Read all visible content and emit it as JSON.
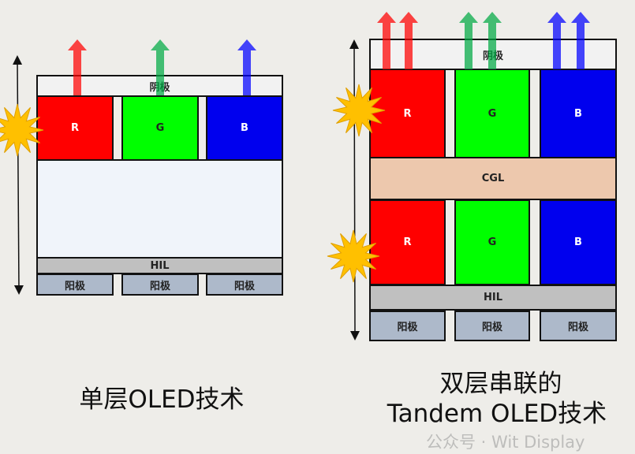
{
  "single": {
    "title": "单层OLED技术",
    "cathode": "阴极",
    "r": "R",
    "g": "G",
    "b": "B",
    "hil": "HIL",
    "anodes": [
      "阳极",
      "阳极",
      "阳极"
    ]
  },
  "tandem": {
    "title_line1": "双层串联的",
    "title_line2": "Tandem OLED技术",
    "cathode": "阴极",
    "r": "R",
    "g": "G",
    "b": "B",
    "cgl": "CGL",
    "hil": "HIL",
    "anodes": [
      "阳极",
      "阳极",
      "阳极"
    ]
  },
  "watermark": "公众号 · Wit Display",
  "colors": {
    "red": "#ff0000",
    "green": "#00ff00",
    "blue": "#0000ee",
    "cgl": "#edc8ad",
    "hil": "#c0c0c0",
    "anode": "#adb9ca",
    "star": "#ffc000"
  }
}
